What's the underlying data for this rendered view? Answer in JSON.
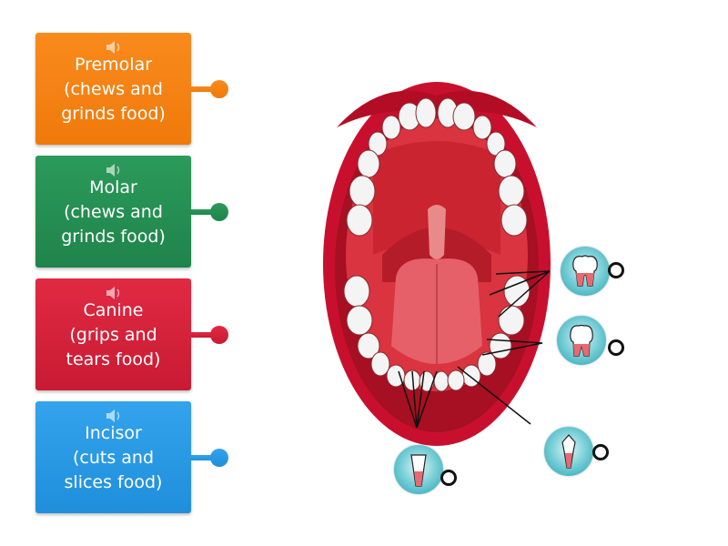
{
  "activity": {
    "type": "labelled diagram",
    "image_alt": "Open mouth showing teeth"
  },
  "labels": [
    {
      "id": "premolar",
      "text": "Premolar\n(chews and\ngrinds food)",
      "color": "#f57f12",
      "audio_icon": "speaker-icon"
    },
    {
      "id": "molar",
      "text": "Molar\n(chews and\ngrinds food)",
      "color": "#248f51",
      "audio_icon": "speaker-icon"
    },
    {
      "id": "canine",
      "text": "Canine\n(grips and\ntears food)",
      "color": "#d42238",
      "audio_icon": "speaker-icon"
    },
    {
      "id": "incisor",
      "text": "Incisor\n(cuts and\nslices food)",
      "color": "#2898e4",
      "audio_icon": "speaker-icon"
    }
  ],
  "hotspots": [
    {
      "id": "molar-spot",
      "icon": "molar-tooth-icon"
    },
    {
      "id": "premolar-spot",
      "icon": "premolar-tooth-icon"
    },
    {
      "id": "canine-spot",
      "icon": "canine-tooth-icon"
    },
    {
      "id": "incisor-spot",
      "icon": "incisor-tooth-icon"
    }
  ],
  "colors": {
    "hotspot": "#3bb6c2",
    "lip": "#c8102e",
    "mouth_inner": "#d9343f",
    "tongue": "#e6606a"
  }
}
